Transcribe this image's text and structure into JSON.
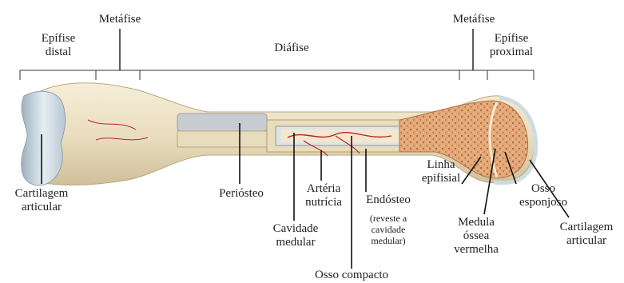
{
  "title": "",
  "regions": {
    "epifise_distal": [
      "Epífise",
      "distal"
    ],
    "metafise_left": "Metáfise",
    "diafise": "Diáfise",
    "metafise_right": "Metáfise",
    "epifise_proximal": [
      "Epífise",
      "proximal"
    ]
  },
  "labels": {
    "cartilagem_left": [
      "Cartilagem",
      "articular"
    ],
    "periosteo": "Periósteo",
    "arteria": [
      "Artéria",
      "nutrícia"
    ],
    "cavidade": [
      "Cavidade",
      "medular"
    ],
    "endosteo": "Endósteo",
    "endosteo_note": [
      "(reveste a",
      "cavidade",
      "medular)"
    ],
    "osso_compacto": "Osso compacto",
    "linha": [
      "Linha",
      "epifisial"
    ],
    "medula": [
      "Medula",
      "óssea",
      "vermelha"
    ],
    "osso_esponjoso": [
      "Osso",
      "esponjoso"
    ],
    "cartilagem_right": [
      "Cartilagem",
      "articular"
    ]
  },
  "colors": {
    "bone": "#ece2c6",
    "cartilage": "#cfdbe3",
    "periosteum": "#c7ccd0",
    "marrow": "#d99a6a",
    "artery": "#b3262e"
  }
}
